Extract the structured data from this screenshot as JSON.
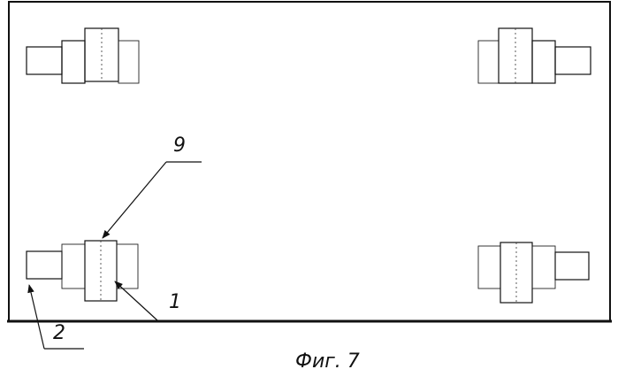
{
  "figure": {
    "caption": "Фиг. 7",
    "labels": {
      "ref_9": "9",
      "ref_1": "1",
      "ref_2": "2"
    }
  }
}
